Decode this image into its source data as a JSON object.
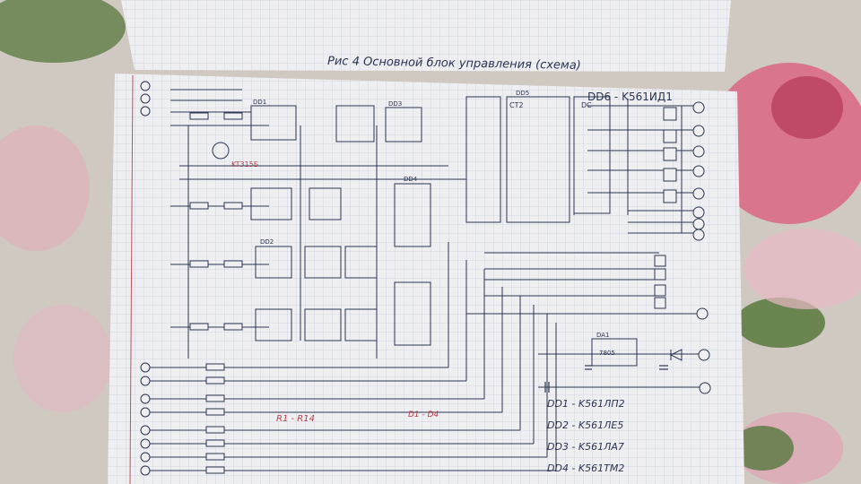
{
  "photo": {
    "subject": "hand-drawn circuit schematic on graph paper notebook",
    "caption": "Рис 4 Основной блок управления (схема)",
    "header_label": "DD6 - K561ИД1",
    "chip_labels": [
      "DD1",
      "DD2",
      "DD3",
      "DD4",
      "DD5",
      "CT2",
      "DC",
      "DA1",
      "7805"
    ],
    "bom": [
      "DD1 - K561ЛП2",
      "DD2 - K561ЛЕ5",
      "DD3 - K561ЛА7",
      "DD4 - K561ТМ2"
    ],
    "resistor_group": "R1 - R14",
    "diode_group": "D1 - D4",
    "transistor": "KT315Б",
    "colors": {
      "ink": "#2b3550",
      "red_ink": "#b8404a",
      "paper": "#efeef0",
      "grid": "#b9c6d6",
      "fabric": "#cfc9c2",
      "flower": "#d96b86"
    }
  }
}
